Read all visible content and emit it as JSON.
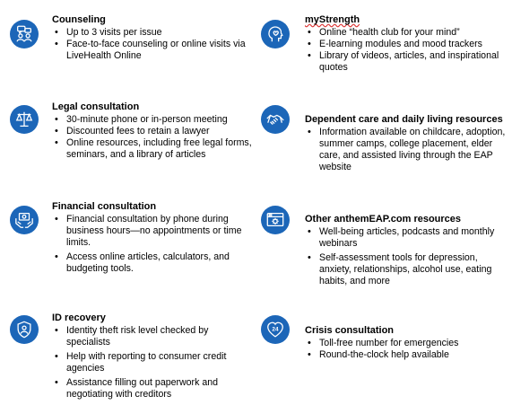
{
  "sections": [
    {
      "title": "Counseling",
      "icon": "counseling-people-icon",
      "bullets": [
        "Up to 3 visits per issue",
        "Face-to-face counseling or online visits via LiveHealth Online"
      ]
    },
    {
      "title": "myStrength",
      "icon": "head-heart-icon",
      "bullets": [
        "Online “health club for your mind”",
        "E-learning modules and mood trackers",
        "Library of videos, articles, and inspirational quotes"
      ]
    },
    {
      "title": "Legal consultation",
      "icon": "scales-icon",
      "bullets": [
        "30-minute phone or in-person meeting",
        "Discounted fees to retain a lawyer",
        "Online resources, including free legal forms, seminars, and a library of articles"
      ]
    },
    {
      "title": "Dependent care and daily living resources",
      "icon": "handshake-icon",
      "bullets": [
        "Information available on childcare, adoption, summer camps, college placement, elder care, and assisted living through the EAP website"
      ]
    },
    {
      "title": "Financial consultation",
      "icon": "money-hands-icon",
      "bullets": [
        "Financial consultation by phone during business hours—no appointments or time limits.",
        "Access online articles, calculators, and budgeting tools."
      ]
    },
    {
      "title": "Other anthemEAP.com resources",
      "icon": "browser-gear-icon",
      "bullets": [
        "Well-being articles, podcasts and monthly webinars",
        "Self-assessment tools for depression, anxiety, relationships, alcohol use, eating habits, and more"
      ]
    },
    {
      "title": "ID recovery",
      "icon": "shield-person-icon",
      "bullets": [
        "Identity theft risk level checked by specialists",
        "Help with reporting to consumer credit agencies",
        "Assistance filling out paperwork and negotiating with creditors"
      ]
    },
    {
      "title": "Crisis consultation",
      "icon": "heart-24-icon",
      "icon_text": "24",
      "bullets": [
        "Toll-free number for emergencies",
        "Round-the-clock help available"
      ]
    }
  ]
}
